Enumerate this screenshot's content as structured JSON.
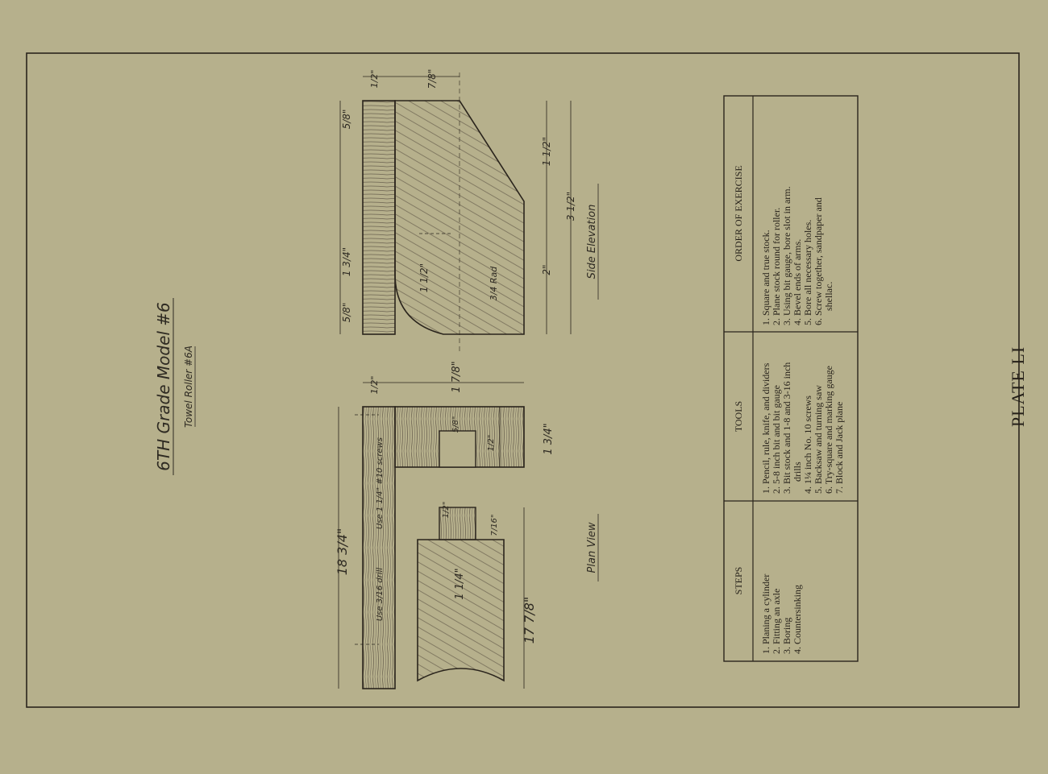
{
  "titles": {
    "grade": "6TH Grade Model #6",
    "model": "Towel Roller #6A"
  },
  "views": {
    "plan": "Plan View",
    "side": "Side Elevation"
  },
  "dims": {
    "overall_length": "18 3/4\"",
    "length_2": "17 7/8\"",
    "arm_half": "1/2\"",
    "arm_width": "1 7/8\"",
    "arm_3_4": "1 3/4\"",
    "slot_5_8": "5/8\"",
    "slot_1_2": "1/2\"",
    "axle_1_2": "1/2\"",
    "axle_7_16": "7/16\"",
    "roller_dia": "1 1/4\"",
    "drill_note": "Use 3/16 drill",
    "screw_note": "Use 1 1/4\" #10 screws",
    "side_1_2": "1/2\"",
    "side_7_8": "7/8\"",
    "side_5_8_a": "5/8\"",
    "side_1_3_4": "1 3/4\"",
    "side_5_8_b": "5/8\"",
    "side_1_1_2_a": "1 1/2\"",
    "side_3_1_2": "3 1/2\"",
    "side_2": "2\"",
    "side_1_1_2_b": "1 1/2\"",
    "side_rad": "3/4 Rad"
  },
  "table": {
    "headers": {
      "steps": "STEPS",
      "tools": "TOOLS",
      "order": "ORDER OF EXERCISE"
    },
    "steps": [
      "1. Planing a cylinder",
      "2. Fitting an axle",
      "3. Boring",
      "4. Countersinking"
    ],
    "tools": [
      "1. Pencil, rule, knife, and dividers",
      "2. 5-8 inch bit and bit gauge",
      "3. Bit stock and 1-8 and 3-16 inch",
      "     drills",
      "4. 1¼ inch No. 10 screws",
      "5. Backsaw and turning saw",
      "6. Try-square and marking gauge",
      "7. Block and Jack plane"
    ],
    "order": [
      "1. Square and true stock.",
      "2. Plane stock round for roller.",
      "3. Using bit gauge, bore slot in arm.",
      "4. Bevel ends of arms.",
      "5. Bore all necessary holes.",
      "6. Screw together, sandpaper and",
      "      shellac."
    ]
  },
  "plate": "PLATE LI"
}
